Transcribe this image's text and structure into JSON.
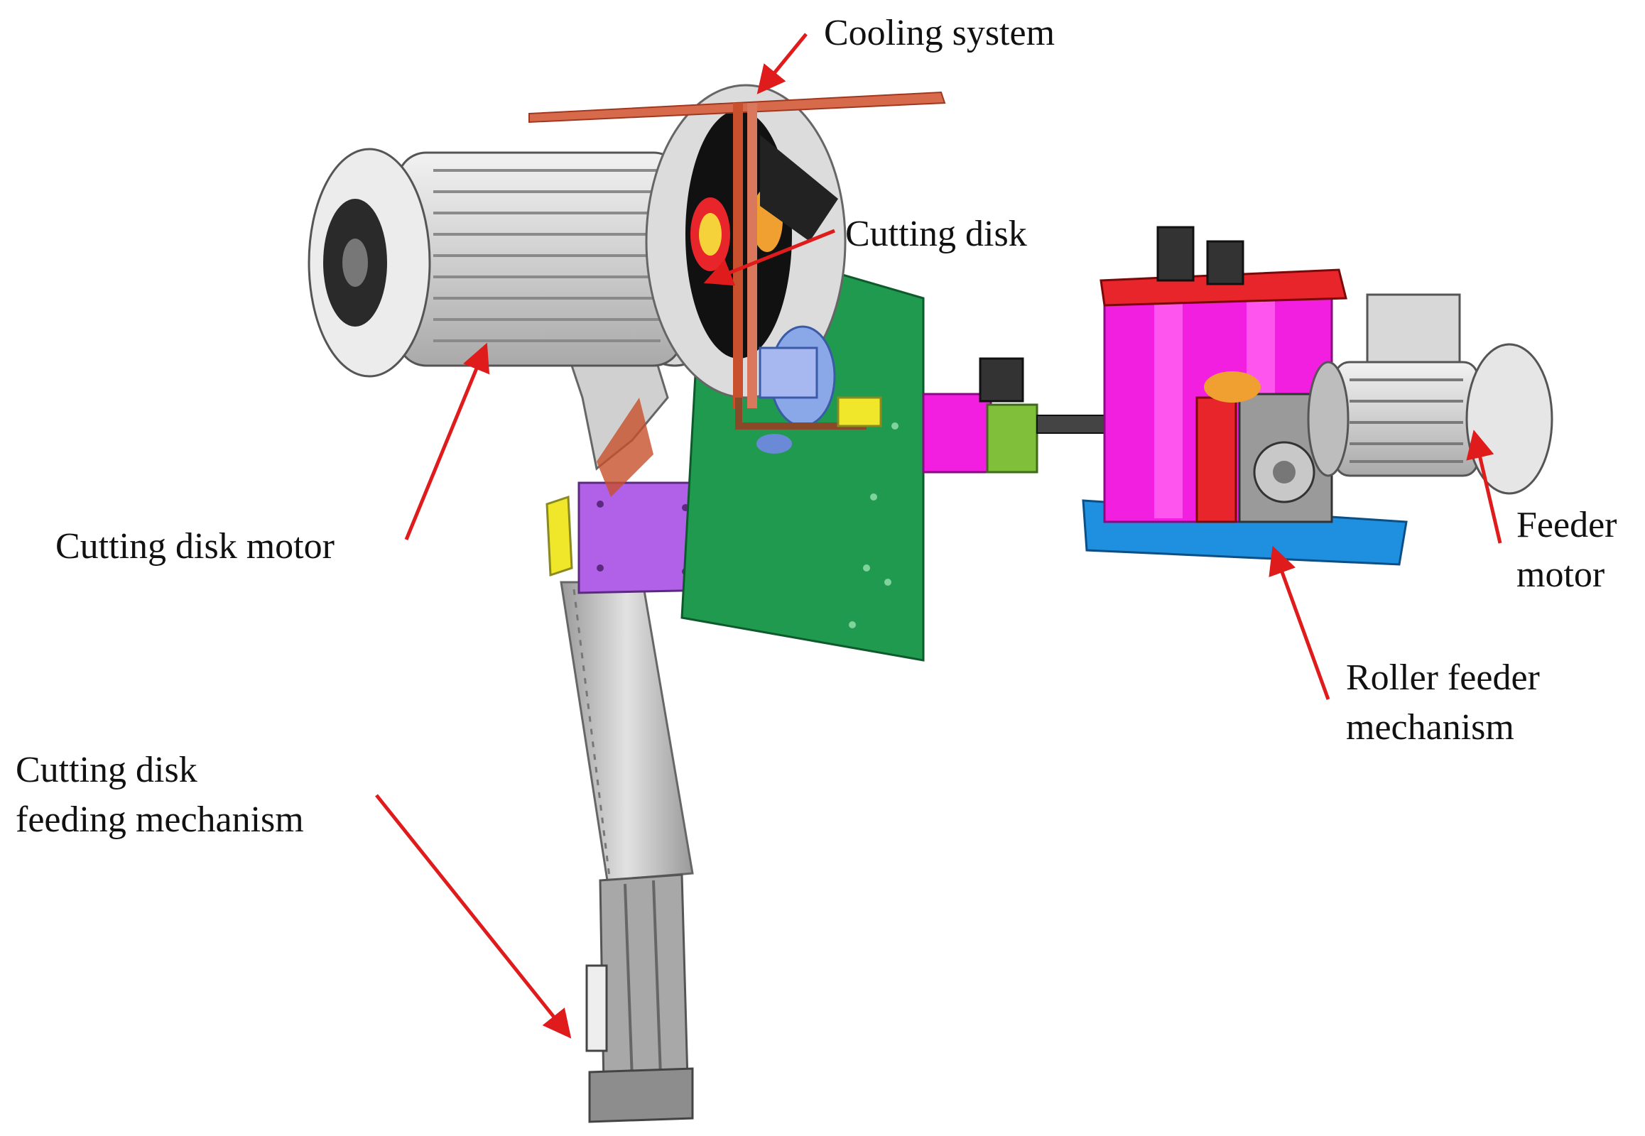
{
  "labels": {
    "cooling_system": "Cooling system",
    "cutting_disk": "Cutting disk",
    "cutting_disk_motor": "Cutting disk motor",
    "feeder_motor_line1": "Feeder",
    "feeder_motor_line2": "motor",
    "roller_feeder_line1": "Roller feeder",
    "roller_feeder_line2": "mechanism",
    "feeding_mech_line1": "Cutting disk",
    "feeding_mech_line2": "feeding mechanism"
  },
  "colors": {
    "arrow": "#e01b1b",
    "green_plate": "#1f9a4e",
    "magenta_frame": "#f21ee0",
    "red_frame": "#e8252b",
    "blue_base": "#1f8fe0",
    "purple_bracket": "#b061e8",
    "motor_grey": "#d8d8d8",
    "copper_pipe": "#c8502c"
  }
}
